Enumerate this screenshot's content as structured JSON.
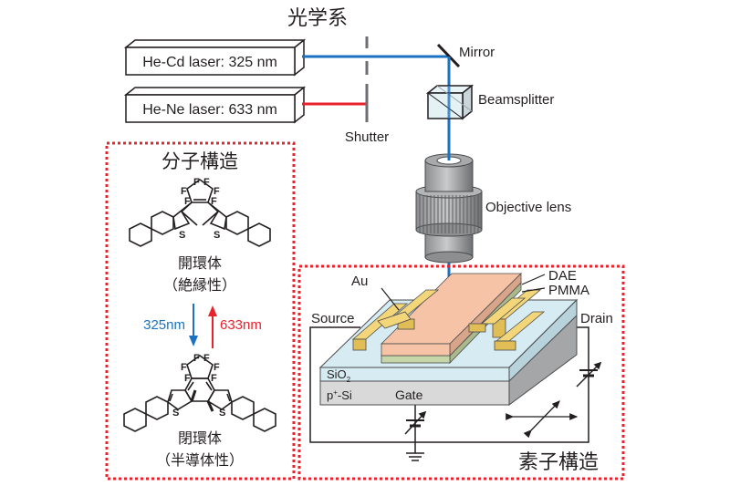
{
  "optics": {
    "title": "光学系",
    "lasers": [
      {
        "label": "He-Cd laser: 325 nm",
        "beam_color": "#1a72c0"
      },
      {
        "label": "He-Ne laser: 633 nm",
        "beam_color": "#e8232c"
      }
    ],
    "shutter_label": "Shutter",
    "mirror_label": "Mirror",
    "beamsplitter_label": "Beamsplitter",
    "objective_label": "Objective lens"
  },
  "molecule": {
    "title": "分子構造",
    "open_form": {
      "name": "開環体",
      "property": "（絶縁性）"
    },
    "closed_form": {
      "name": "閉環体",
      "property": "（半導体性）"
    },
    "uv_label": "325nm",
    "uv_color": "#1a72c0",
    "vis_label": "633nm",
    "vis_color": "#e8232c",
    "atoms": {
      "fluorine": "F",
      "sulfur": "S"
    }
  },
  "device": {
    "title": "素子構造",
    "labels": {
      "au": "Au",
      "dae": "DAE",
      "pmma": "PMMA",
      "source": "Source",
      "drain": "Drain",
      "sio2": "SiO",
      "sio2_sub": "2",
      "psi": "p",
      "psi_sup": "+",
      "psi_rest": "-Si",
      "gate": "Gate"
    },
    "colors": {
      "gold": "#f3d57a",
      "dae": "#f6c3a6",
      "pmma": "#c6d6a8",
      "sio2": "#d6ebf2",
      "si": "#d9d9da"
    }
  },
  "frame_color": "#e8232c"
}
